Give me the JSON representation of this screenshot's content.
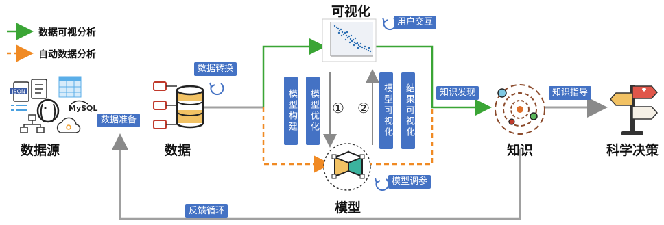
{
  "legend": {
    "green_label": "数据可视分析",
    "orange_label": "自动数据分析"
  },
  "nodes": {
    "source": "数据源",
    "data": "数据",
    "visualization": "可视化",
    "model": "模型",
    "knowledge": "知识",
    "decision": "科学决策"
  },
  "tags": {
    "data_prep": "数据准备",
    "data_transform": "数据转换",
    "user_interaction": "用户交互",
    "model_build": "模型构建",
    "model_optimize": "模型优化",
    "model_visualize": "模型可视化",
    "result_visualize": "结果可视化",
    "knowledge_discovery": "知识发现",
    "knowledge_guide": "知识指导",
    "model_tuning": "模型调参",
    "feedback_loop": "反馈循环"
  },
  "markers": {
    "one": "①",
    "two": "②"
  },
  "icons": {
    "json_label": "JSON",
    "mysql_label": "MySQL"
  },
  "colors": {
    "green": "#3aa535",
    "orange": "#f08a24",
    "tag_blue": "#4472c4",
    "gray": "#a0a0a0"
  }
}
